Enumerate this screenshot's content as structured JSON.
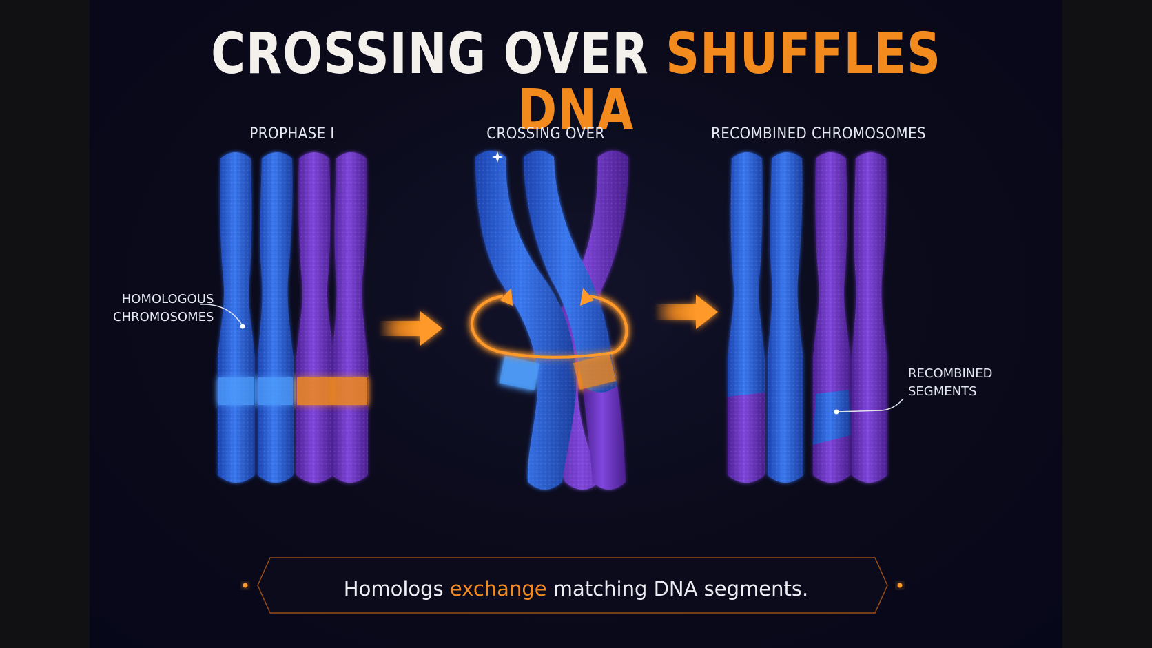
{
  "title": {
    "part1": "CROSSING OVER",
    "part2": "SHUFFLES DNA"
  },
  "stages": [
    {
      "label": "PROPHASE I"
    },
    {
      "label": "CROSSING OVER"
    },
    {
      "label": "RECOMBINED CHROMOSOMES"
    }
  ],
  "callouts": {
    "homologous": [
      "HOMOLOGOUS",
      "CHROMOSOMES"
    ],
    "recombined": [
      "RECOMBINED",
      "SEGMENTS"
    ]
  },
  "caption": {
    "before": "Homologs ",
    "highlight": "exchange",
    "after": " matching DNA segments."
  },
  "colors": {
    "accent": "#f28a1e",
    "blue_chromosome": "#2a5fd8",
    "purple_chromosome": "#6d35c4",
    "background": "#0a0a1a"
  }
}
